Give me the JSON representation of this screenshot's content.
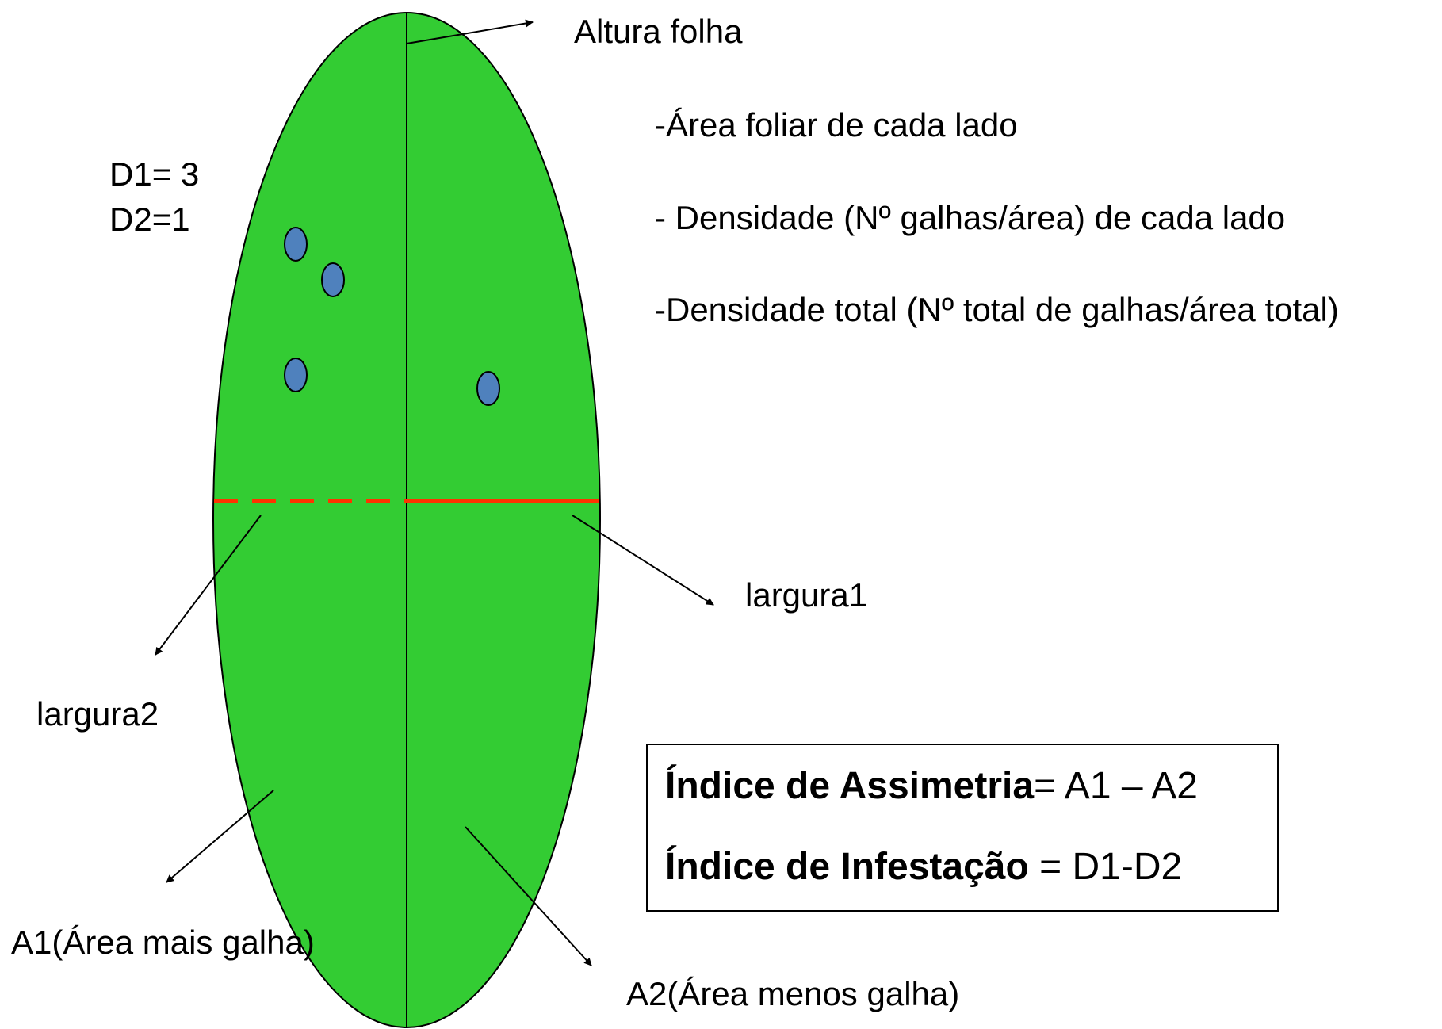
{
  "colors": {
    "leaf": "#33cc33",
    "gall": "#4f81bd",
    "width_line": "#ff3300",
    "outline": "#000000"
  },
  "labels": {
    "altura": "Altura folha",
    "d1": "D1= 3",
    "d2": "D2=1",
    "largura1": "largura1",
    "largura2": "largura2",
    "a1": "A1(Área mais galha)",
    "a2": "A2(Área menos galha)"
  },
  "notes": [
    "-Área foliar de cada lado",
    "- Densidade (Nº galhas/área) de cada lado",
    "-Densidade total (Nº total de galhas/área total)"
  ],
  "formulas": {
    "assimetria_name": "Índice de Assimetria",
    "assimetria_expr": "= A1 – A2",
    "infestacao_name": "Índice de Infestação",
    "infestacao_expr": " = D1-D2"
  }
}
